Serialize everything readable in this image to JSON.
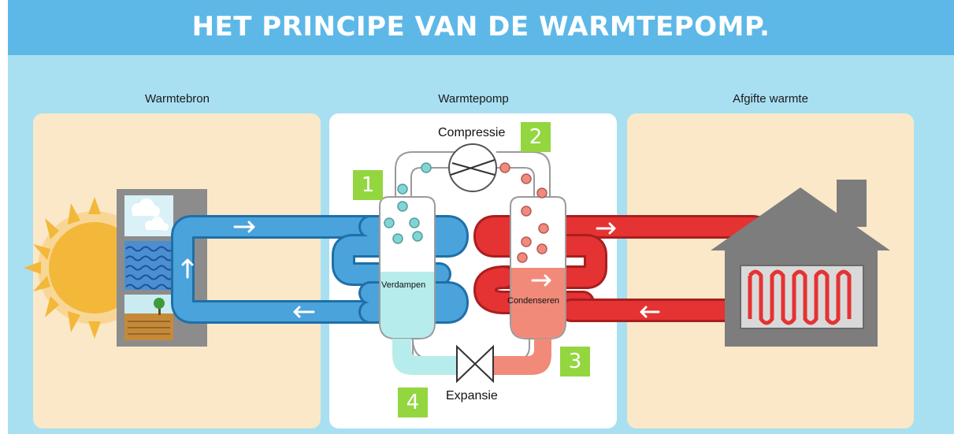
{
  "title": "HET PRINCIPE VAN DE WARMTEPOMP.",
  "columns": {
    "source": "Warmtebron",
    "pump": "Warmtepomp",
    "output": "Afgifte warmte"
  },
  "steps": [
    {
      "number": "1",
      "label": ""
    },
    {
      "number": "2",
      "label": "Compressie"
    },
    {
      "number": "3",
      "label": ""
    },
    {
      "number": "4",
      "label": "Expansie"
    }
  ],
  "labels": {
    "evaporate": "Verdampen",
    "condense": "Condenseren"
  },
  "colors": {
    "header": "#5db8e8",
    "background": "#a8e0f2",
    "panel_warm": "#fae8c8",
    "cold_loop": "#4aa3db",
    "hot_loop": "#e53232",
    "cold_fluid": "#b6ecec",
    "hot_fluid": "#f28a7a",
    "badge": "#93d640",
    "sun": "#f3b73a",
    "house": "#7d7d7d"
  },
  "icons": [
    "sun-icon",
    "house-icon",
    "radiator-icon",
    "compressor-icon",
    "expansion-valve-icon",
    "tree-icon",
    "cloud-icon",
    "water-waves-icon"
  ]
}
